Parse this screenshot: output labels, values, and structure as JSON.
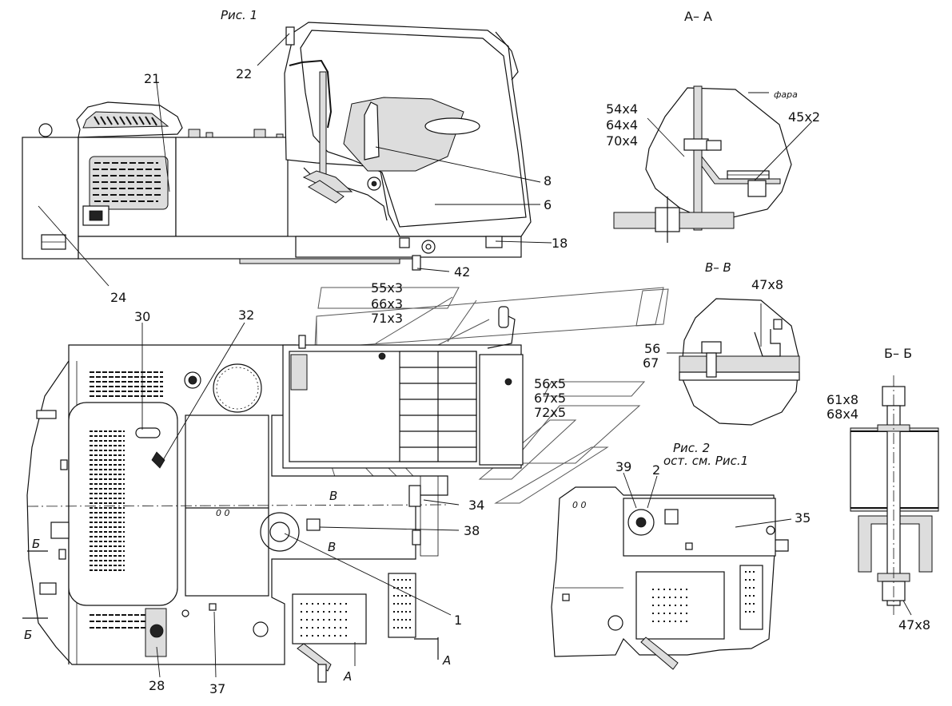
{
  "figures": {
    "fig1_title": "Рис. 1",
    "fig2_title": "Рис. 2",
    "fig2_note": "ост. см. Рис.1",
    "section_aa": "А– А",
    "section_bb_cyr": "Б– Б",
    "section_vv": "В– В",
    "fara_label": "фара"
  },
  "callouts": {
    "c1": "1",
    "c2": "2",
    "c6": "6",
    "c8": "8",
    "c18": "18",
    "c21": "21",
    "c22": "22",
    "c24": "24",
    "c28": "28",
    "c30": "30",
    "c32": "32",
    "c34": "34",
    "c35": "35",
    "c37": "37",
    "c38": "38",
    "c39": "39",
    "c42": "42",
    "fig2_oo": "0 0",
    "main_oo": "0 0"
  },
  "fasteners": {
    "aa_1": "54х4",
    "aa_2": "64х4",
    "aa_3": "70х4",
    "aa_4": "45х2",
    "top_1": "55х3",
    "top_2": "66х3",
    "top_3": "71х3",
    "mid_1": "56х5",
    "mid_2": "67х5",
    "mid_3": "72х5",
    "vv_top": "47х8",
    "vv_1": "56",
    "vv_2": "67",
    "bb_1": "61х8",
    "bb_2": "68х4",
    "bb_bottom": "47х8"
  },
  "section_markers": {
    "b_left_top": "Б",
    "b_left_bottom": "Б",
    "v_top": "В",
    "v_bottom": "В",
    "a_left": "А",
    "a_right": "А"
  }
}
